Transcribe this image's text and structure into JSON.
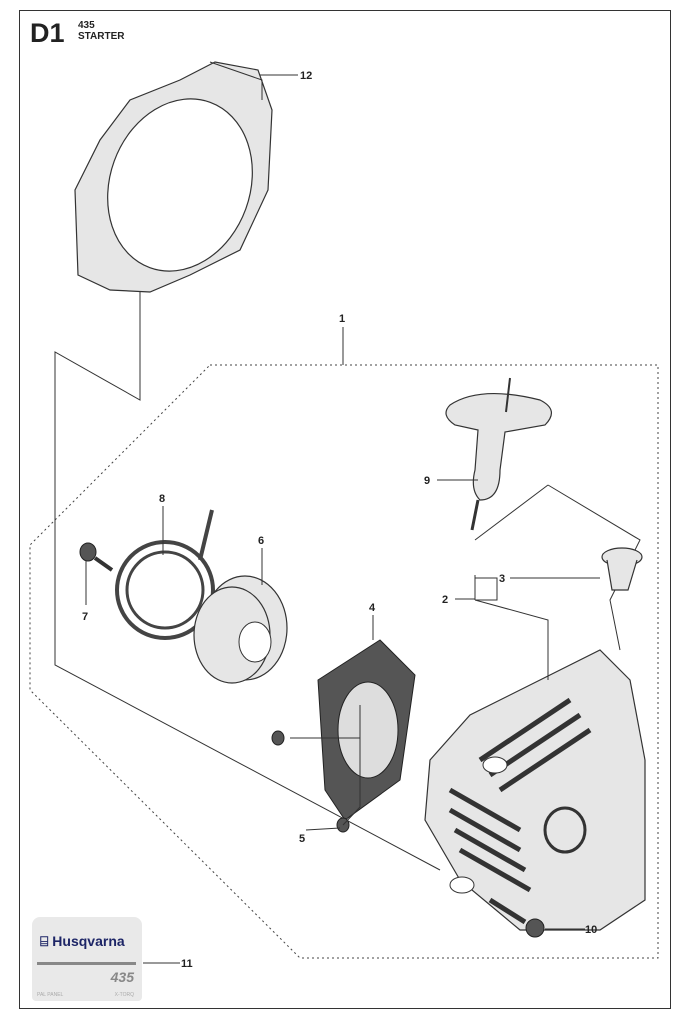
{
  "header": {
    "code": "D1",
    "model": "435",
    "title": "STARTER"
  },
  "callouts": {
    "c1": "1",
    "c2": "2",
    "c3": "3",
    "c4": "4",
    "c5": "5",
    "c6": "6",
    "c7": "7",
    "c8": "8",
    "c9": "9",
    "c10": "10",
    "c11": "11",
    "c12": "12"
  },
  "decal": {
    "brand": "Husqvarna",
    "model": "435",
    "left_small": "PAL PANEL",
    "right_small": "X-TORQ"
  },
  "colors": {
    "brand": "#1d2566"
  }
}
